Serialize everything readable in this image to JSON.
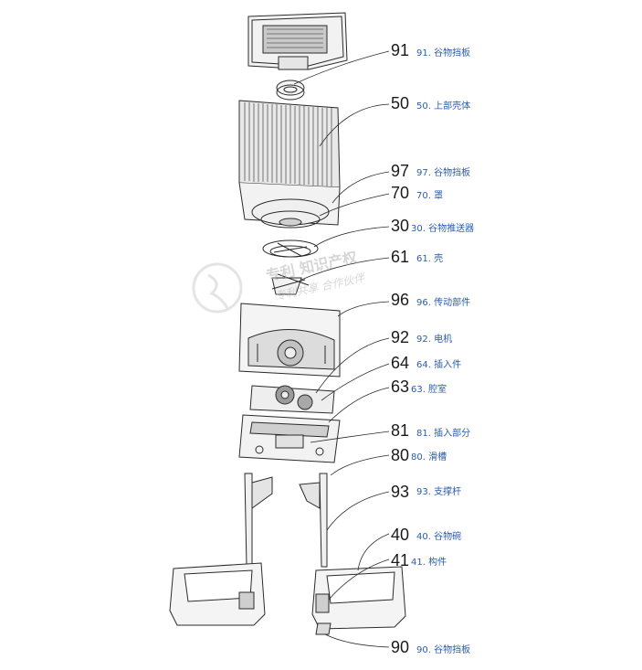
{
  "labels": [
    {
      "num": "91",
      "text": "91. 谷物挡板"
    },
    {
      "num": "50",
      "text": "50. 上部壳体"
    },
    {
      "num": "97",
      "text": "97. 谷物挡板"
    },
    {
      "num": "70",
      "text": "70. 罩"
    },
    {
      "num": "30",
      "text": "30. 谷物推送器"
    },
    {
      "num": "61",
      "text": "61. 壳"
    },
    {
      "num": "96",
      "text": "96. 传动部件"
    },
    {
      "num": "92",
      "text": "92. 电机"
    },
    {
      "num": "64",
      "text": "64. 插入件"
    },
    {
      "num": "63",
      "text": "63. 腔室"
    },
    {
      "num": "81",
      "text": "81. 插入部分"
    },
    {
      "num": "80",
      "text": "80. 滑槽"
    },
    {
      "num": "93",
      "text": "93. 支撑杆"
    },
    {
      "num": "40",
      "text": "40. 谷物碗"
    },
    {
      "num": "41",
      "text": "41. 构件"
    },
    {
      "num": "90",
      "text": "90. 谷物挡板"
    }
  ],
  "watermark": {
    "line1": "专利 知识产权",
    "line2": "专利共享 合作伙伴"
  },
  "colors": {
    "line": "#2b2b2b",
    "label": "#2a5db0",
    "number": "#1a1a1a",
    "watermark": "#b5b5b5"
  }
}
